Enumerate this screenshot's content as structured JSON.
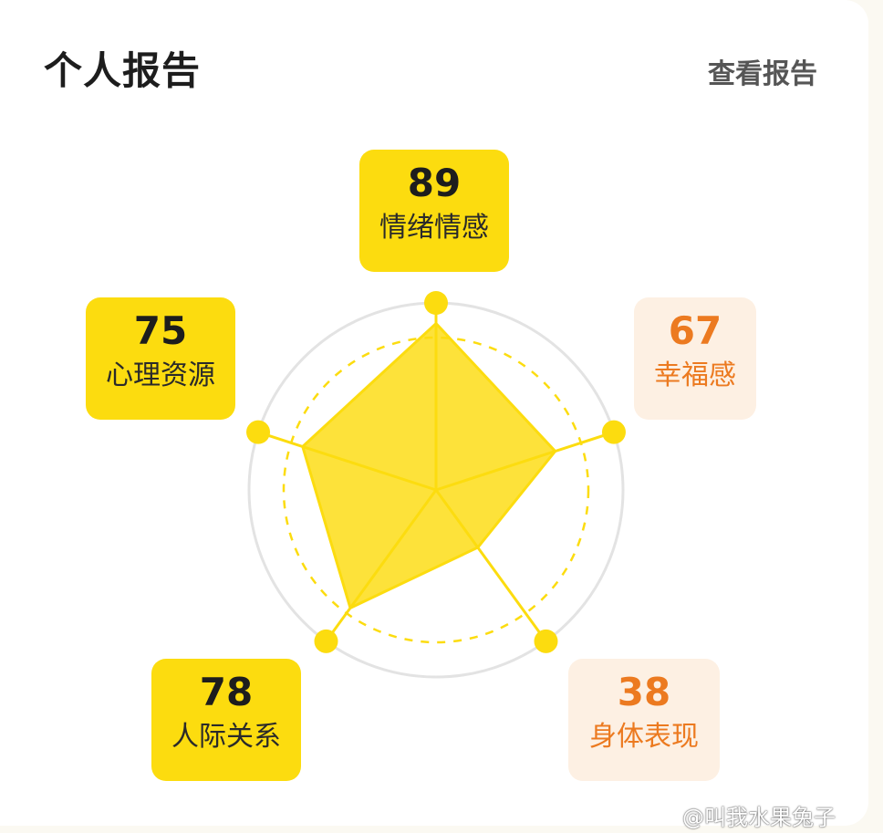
{
  "header": {
    "title": "个人报告",
    "view_link": "查看报告"
  },
  "dimensions": [
    {
      "label": "情绪情感",
      "value": 89,
      "level": "high"
    },
    {
      "label": "幸福感",
      "value": 67,
      "level": "low"
    },
    {
      "label": "身体表现",
      "value": 38,
      "level": "low"
    },
    {
      "label": "人际关系",
      "value": 78,
      "level": "high"
    },
    {
      "label": "心理资源",
      "value": 75,
      "level": "high"
    }
  ],
  "colors": {
    "accent": "#fcdc0f",
    "low_bg": "#fdf0e3",
    "low_text": "#ec7a20",
    "title_text": "#1d1d1d"
  },
  "watermark": "@叫我水果兔子"
}
